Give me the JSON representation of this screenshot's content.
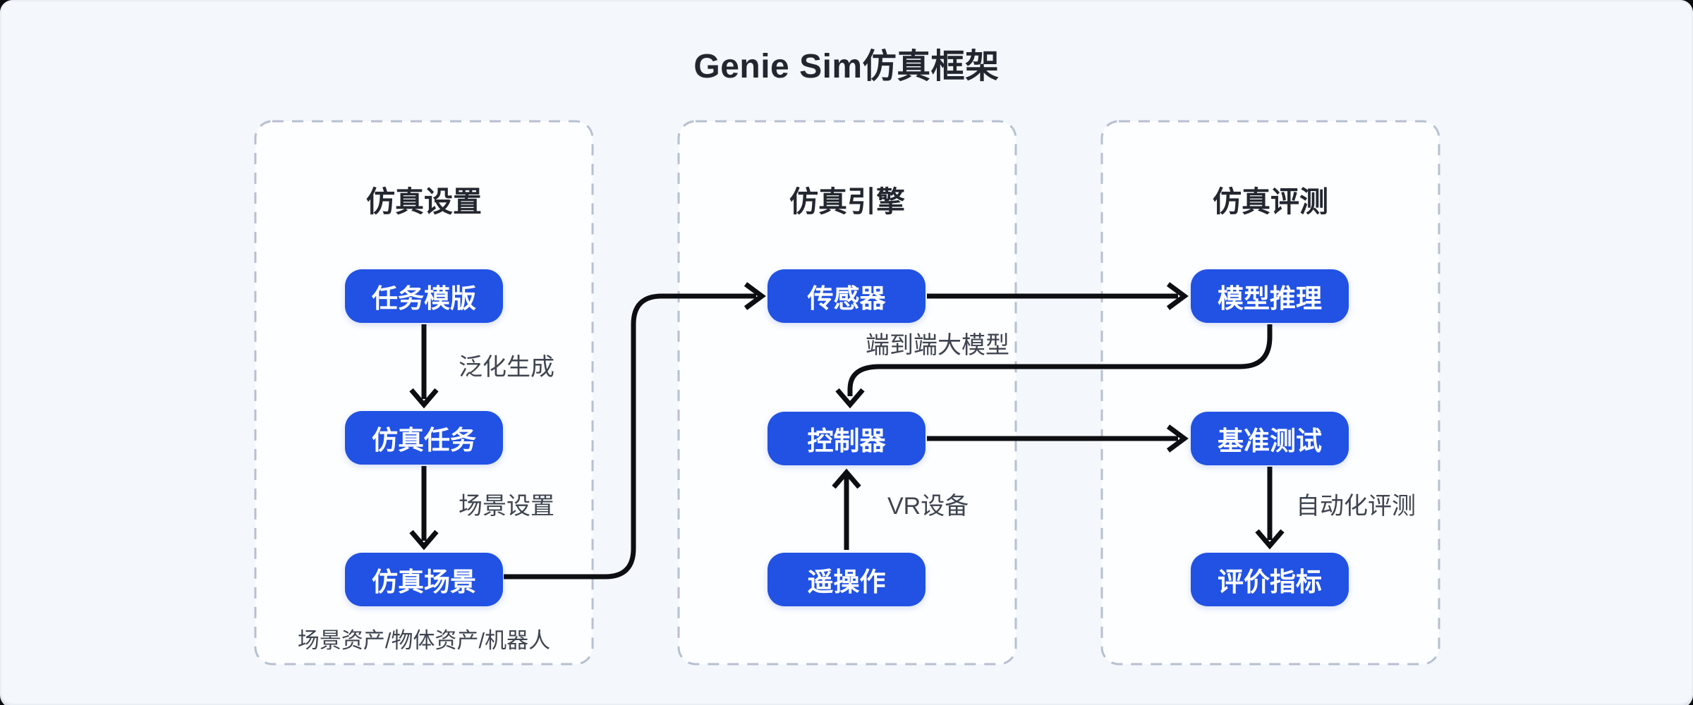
{
  "title": "Genie Sim仿真框架",
  "colors": {
    "node_fill": "#2152e4",
    "node_text": "#ffffff",
    "panel_border": "#b7c0d0",
    "panel_fill": "#fdfeff",
    "page_bg": "#f4f7fc",
    "arrow": "#0d0e11",
    "title_text": "#22262e",
    "label_text": "#3f4550"
  },
  "panels": [
    {
      "title": "仿真设置",
      "nodes": [
        {
          "label": "任务模版"
        },
        {
          "label": "仿真任务"
        },
        {
          "label": "仿真场景"
        }
      ],
      "caption": "场景资产/物体资产/机器人"
    },
    {
      "title": "仿真引擎",
      "nodes": [
        {
          "label": "传感器"
        },
        {
          "label": "控制器"
        },
        {
          "label": "遥操作"
        }
      ]
    },
    {
      "title": "仿真评测",
      "nodes": [
        {
          "label": "模型推理"
        },
        {
          "label": "基准测试"
        },
        {
          "label": "评价指标"
        }
      ]
    }
  ],
  "edges": [
    {
      "from": "任务模版",
      "to": "仿真任务",
      "label": "泛化生成"
    },
    {
      "from": "仿真任务",
      "to": "仿真场景",
      "label": "场景设置"
    },
    {
      "from": "仿真场景",
      "to": "传感器",
      "label": ""
    },
    {
      "from": "传感器",
      "to": "模型推理",
      "label": ""
    },
    {
      "from": "模型推理",
      "to": "控制器",
      "label": "端到端大模型"
    },
    {
      "from": "遥操作",
      "to": "控制器",
      "label": "VR设备"
    },
    {
      "from": "控制器",
      "to": "基准测试",
      "label": ""
    },
    {
      "from": "基准测试",
      "to": "评价指标",
      "label": "自动化评测"
    }
  ]
}
